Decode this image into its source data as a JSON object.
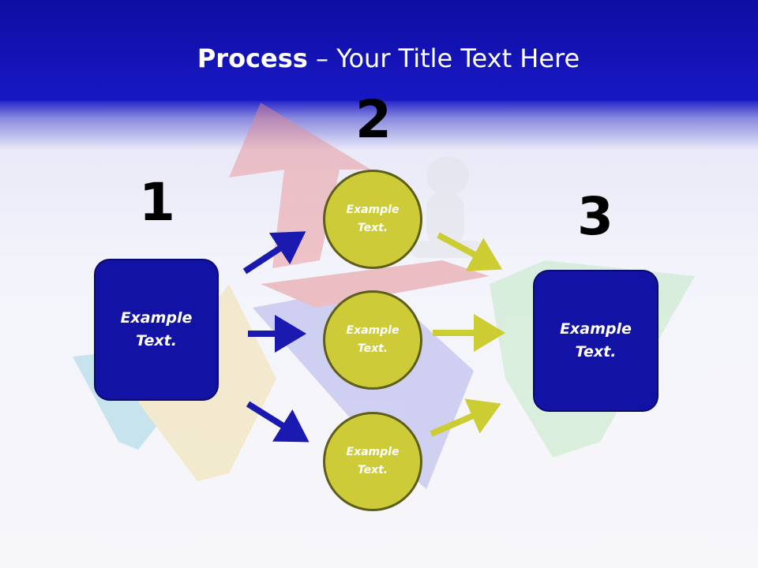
{
  "header": {
    "title_bold": "Process",
    "title_rest": " – Your Title Text Here"
  },
  "steps": {
    "one": "1",
    "two": "2",
    "three": "3"
  },
  "left_box": {
    "line1": "Example",
    "line2": "Text."
  },
  "right_box": {
    "line1": "Example",
    "line2": "Text."
  },
  "circles": [
    {
      "line1": "Example",
      "line2": "Text."
    },
    {
      "line1": "Example",
      "line2": "Text."
    },
    {
      "line1": "Example",
      "line2": "Text."
    }
  ],
  "colors": {
    "header": "#1515b8",
    "box_fill": "#1212a4",
    "circle_fill": "#cdcc38",
    "blue_arrow": "#1a1ab0",
    "yellow_arrow": "#cccc33"
  }
}
